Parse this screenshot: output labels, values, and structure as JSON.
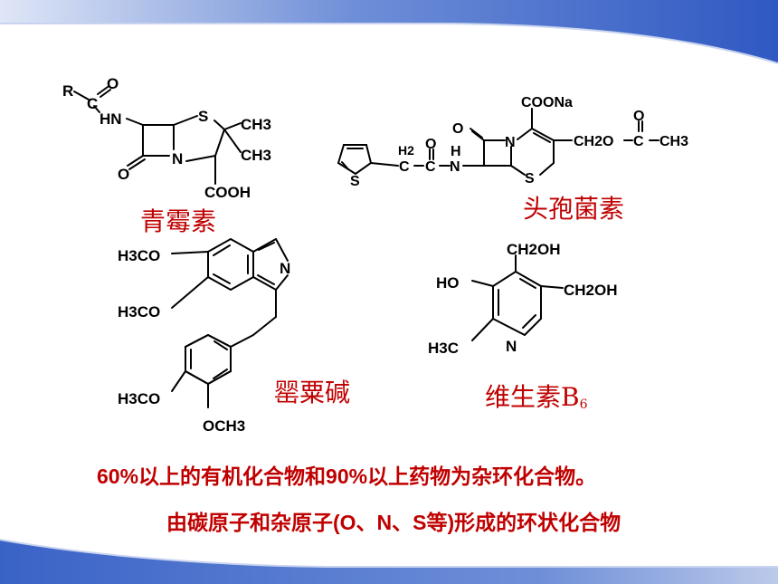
{
  "colors": {
    "banner_blue": "#3a63c7",
    "banner_light": "#dfe6f6",
    "label_red": "#c00000",
    "bond_black": "#000000"
  },
  "compounds": {
    "penicillin": {
      "name": "青霉素",
      "atoms": {
        "r": "R",
        "o_carbonyl": "O",
        "c": "C",
        "hn": "HN",
        "s": "S",
        "ch3_top": "CH3",
        "ch3_bottom": "CH3",
        "o_lactam": "O",
        "n": "N",
        "cooh": "COOH"
      }
    },
    "cephalosporin": {
      "name": "头孢菌素",
      "atoms": {
        "coona": "COONa",
        "o_lactam": "O",
        "n": "N",
        "s_ring": "S",
        "ch2o": "CH2O",
        "o_ester": "O",
        "c_ester": "C",
        "ch3": "CH3",
        "h2": "H2",
        "c_ch2": "C",
        "o_amide": "O",
        "c_amide": "C",
        "h": "H",
        "nh": "N",
        "s_thiophene": "S"
      }
    },
    "papaverine": {
      "name": "罂粟碱",
      "atoms": {
        "h3co_1": "H3CO",
        "h3co_2": "H3CO",
        "n": "N",
        "h3co_3": "H3CO",
        "och3": "OCH3"
      }
    },
    "vitamin_b6": {
      "name": "维生素B",
      "subscript": "6",
      "atoms": {
        "ch2oh_top": "CH2OH",
        "ho": "HO",
        "ch2oh_right": "CH2OH",
        "h3c": "H3C",
        "n": "N"
      }
    }
  },
  "captions": {
    "line1": "60%以上的有机化合物和90%以上药物为杂环化合物。",
    "line2": "由碳原子和杂原子(O、N、S等)形成的环状化合物"
  }
}
